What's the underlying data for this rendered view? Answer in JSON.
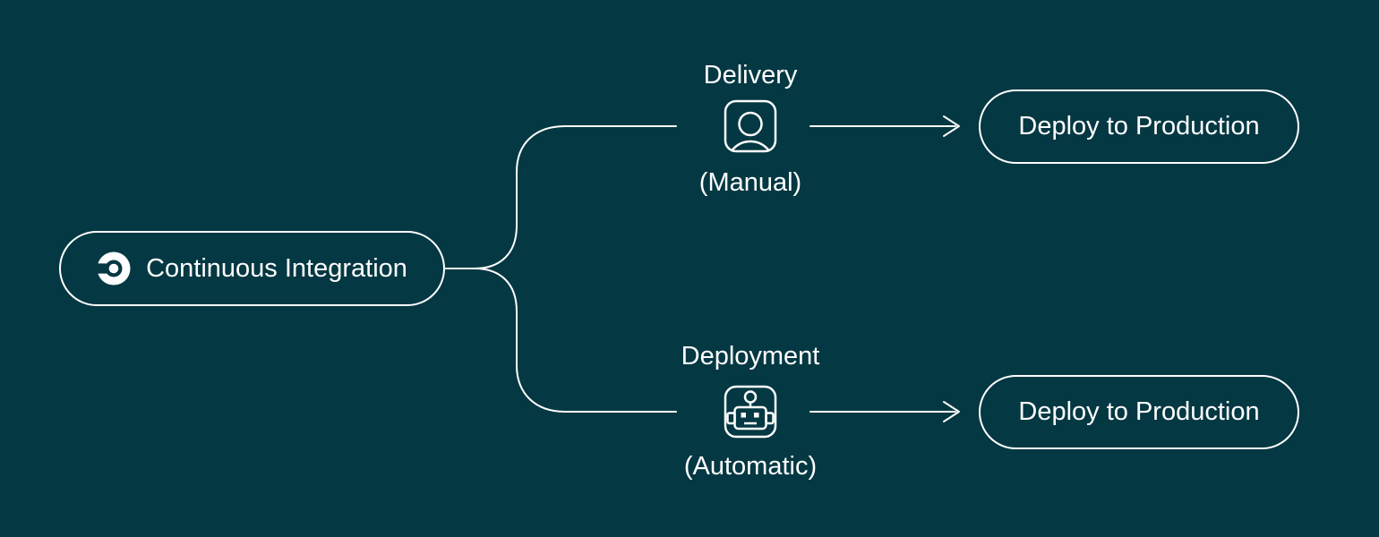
{
  "canvas": {
    "bg": "#043843",
    "fg": "#ffffff"
  },
  "ci_node": {
    "label": "Continuous Integration",
    "icon": "circleci-logo-icon"
  },
  "branches": {
    "delivery": {
      "title": "Delivery",
      "mode": "(Manual)",
      "icon": "user-icon"
    },
    "deployment": {
      "title": "Deployment",
      "mode": "(Automatic)",
      "icon": "robot-icon"
    }
  },
  "targets": {
    "top": {
      "label": "Deploy to Production"
    },
    "bottom": {
      "label": "Deploy to Production"
    }
  }
}
